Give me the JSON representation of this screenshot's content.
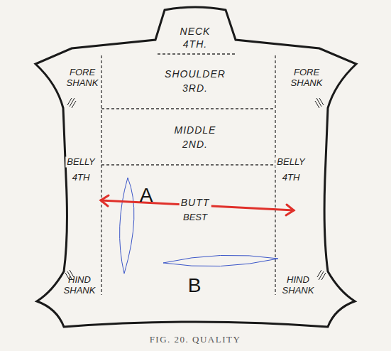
{
  "diagram": {
    "caption": "FIG. 20. QUALITY",
    "labels": [
      "NECK",
      "4TH.",
      "FORE SHANK",
      "FORE SHANK",
      "SHOULDER",
      "3RD.",
      "MIDDLE",
      "2ND.",
      "BELLY",
      "4TH",
      "BELLY",
      "4TH",
      "BUTT",
      "BEST",
      "A",
      "B",
      "HIND SHANK",
      "HIND SHANK"
    ]
  }
}
